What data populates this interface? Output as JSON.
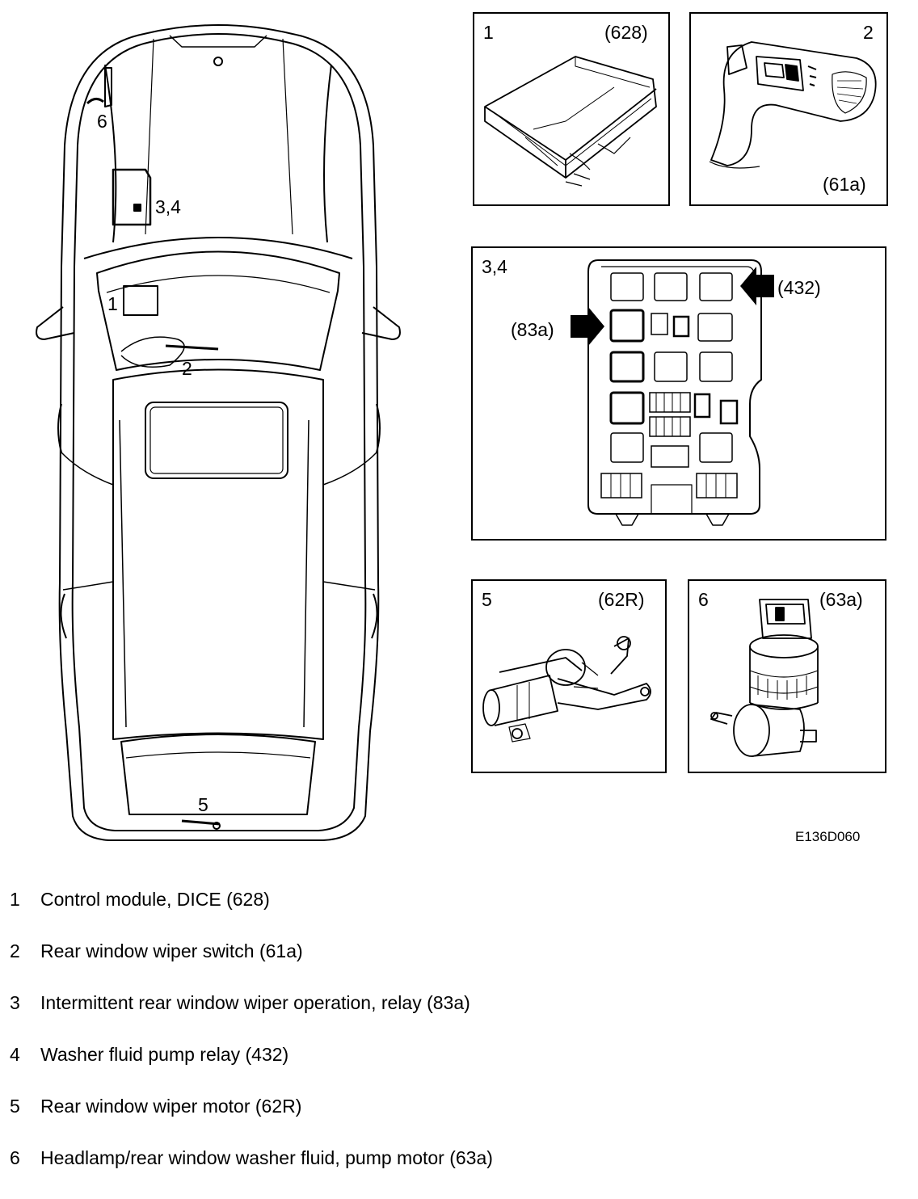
{
  "car_callouts": {
    "c1": "1",
    "c2": "2",
    "c34": "3,4",
    "c5": "5",
    "c6": "6"
  },
  "panels": {
    "p1": {
      "num": "1",
      "code": "(628)"
    },
    "p2": {
      "num": "2",
      "code": "(61a)"
    },
    "p34": {
      "num": "3,4",
      "arrow_left": "(83a)",
      "arrow_right": "(432)"
    },
    "p5": {
      "num": "5",
      "code": "(62R)"
    },
    "p6": {
      "num": "6",
      "code": "(63a)"
    }
  },
  "figure_ref": "E136D060",
  "legend": [
    {
      "num": "1",
      "text": "Control module, DICE (628)"
    },
    {
      "num": "2",
      "text": "Rear window wiper switch (61a)"
    },
    {
      "num": "3",
      "text": "Intermittent rear window wiper operation, relay (83a)"
    },
    {
      "num": "4",
      "text": "Washer fluid pump relay (432)"
    },
    {
      "num": "5",
      "text": "Rear window wiper motor (62R)"
    },
    {
      "num": "6",
      "text": "Headlamp/rear window washer fluid, pump motor (63a)"
    }
  ]
}
